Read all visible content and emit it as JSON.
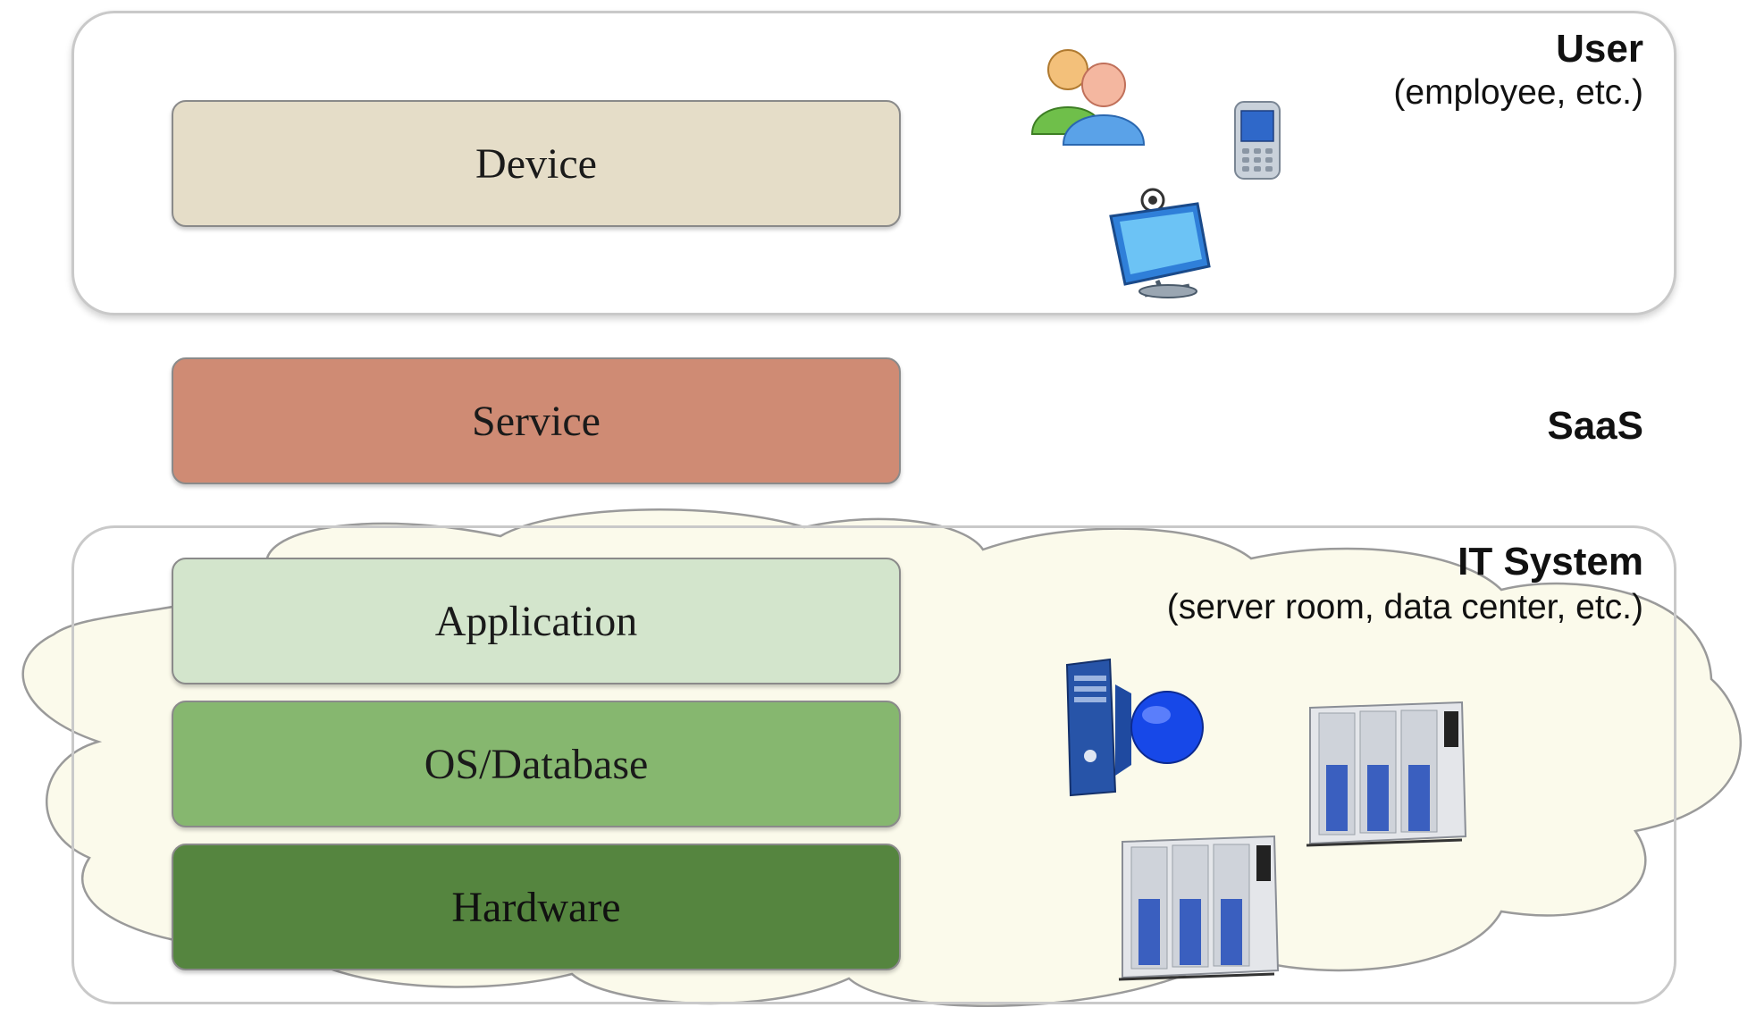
{
  "user_zone": {
    "title": "User",
    "subtitle": "(employee, etc.)",
    "layers": [
      {
        "label": "Device",
        "color": "#e5ddc8"
      }
    ]
  },
  "saas_zone": {
    "title": "SaaS",
    "layers": [
      {
        "label": "Service",
        "color": "#cf8b74"
      }
    ]
  },
  "it_zone": {
    "title": "IT System",
    "subtitle": "(server room, data center, etc.)",
    "layers": [
      {
        "label": "Application",
        "color": "#d3e5cc"
      },
      {
        "label": "OS/Database",
        "color": "#86b76f"
      },
      {
        "label": "Hardware",
        "color": "#55853f"
      }
    ]
  },
  "icons": [
    "users-icon",
    "mobile-phone-icon",
    "monitor-icon",
    "server-tower-icon",
    "server-rack-icon",
    "server-rack-icon"
  ]
}
